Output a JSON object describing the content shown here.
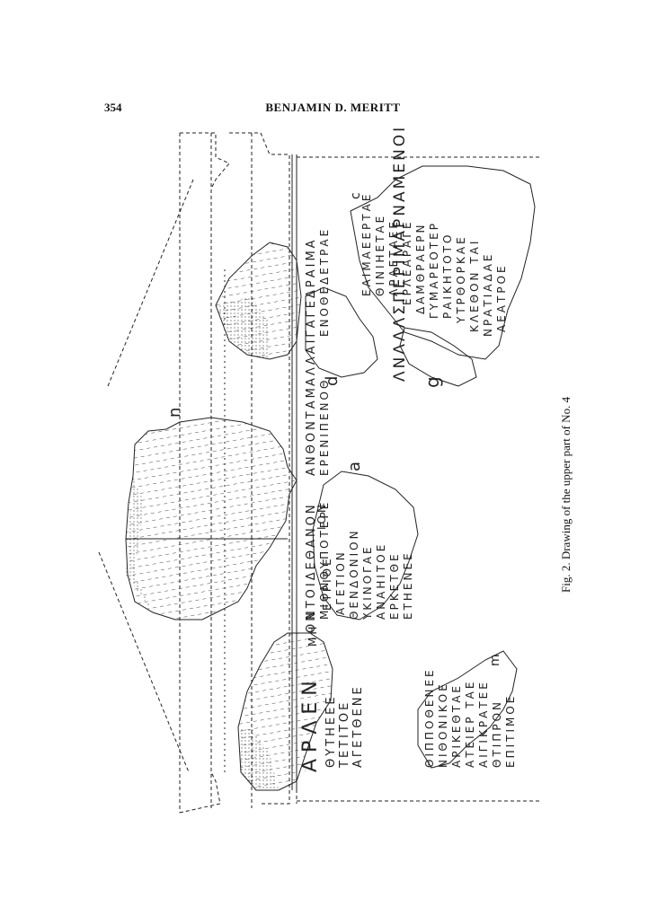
{
  "header": {
    "page_number": "354",
    "author": "BENJAMIN D. MERITT"
  },
  "figure": {
    "caption": "Fig. 2. Drawing of the upper part of No. 4",
    "fragment_labels": [
      "n",
      "a",
      "d",
      "c",
      "g",
      "m"
    ],
    "inscription_lines": [
      "ΛΝΛΛΛΣΠΕΡΙΜΑΡΝΑΜΕΝΟΙ",
      "ΑΛΛΑΙΓΑΓΕΔΡΑΙΜΑ",
      "ΕΝΟΘΕΔΕΤΡΑΕ",
      "ΑΝΘΟΝΤΑΜ",
      "ΕΡΕΝΙΠΕΝΟΘ",
      "ΝΤΟΙΔΕΘΑΝΟΝ",
      "ΜΙΟΝΘΥΠΟΤΕΡΕ",
      "ΑΡΛΕΝ",
      "ΟΝ"
    ],
    "fragment_texts": {
      "lower_right_upper": [
        "ΕΑΙΜΑΕΕΡΤΑΕ",
        "ΘΙΝΙΗΕΤΑΕ",
        "ΛΡΑΕΤΑΕΕ",
        "ΕΡΛΕΑΡΑΓΕ",
        "ΔΑΜΘΡΑΕΡΝ",
        "ΓΥΜΑΡΕΟΤΕΡ",
        "ΡΑΙΚΗΤΟΤΟ",
        "ΥΤΡΘΟΡΚΑΕ",
        "ΚΛΕΘΟΝ ΤΑΙ",
        "ΝΡΑΤΙΑΔΑΕ",
        "ΑΕΑΤΡΟΕ"
      ],
      "lower_left": [
        "ΜΗ",
        "ΕΤΡΙΘΕ",
        "ΑΓΕΤΙΟΝ",
        "ΘΕΝΔΟΝΙΟΝ",
        "ΥΚΙΝΟΓΑΕ",
        "ΑΝΑΗΙΤΟΕ",
        "ΕΡΚΕΤΘΕ",
        "ΕΤΗΕΝΕΕ",
        "ΙΟΝ"
      ],
      "left_fragment": [
        "ΘΥΤΗΕΕΕ",
        "ΤΕΤΙΤΟΕ",
        "ΑΓΕΤΘΕΝΕ"
      ],
      "bottom_fragment": [
        "ΘΙΠΠΟΘΕΝΕΕ",
        "ΝΙΘΟΝΙΚΟΕ",
        "ΑΡΙΚΕΘΤΑΕ",
        "ΑΤΕΙΕΡ ΤΑΕ",
        "ΑΙΓΙΚΡΑΤΕΕ",
        "ΘΤΙΠΡΟΝ",
        "ΕΠΙΤΙΜΟΕ"
      ],
      "left_top": [
        "ΑΡΛΕΝ"
      ]
    }
  }
}
